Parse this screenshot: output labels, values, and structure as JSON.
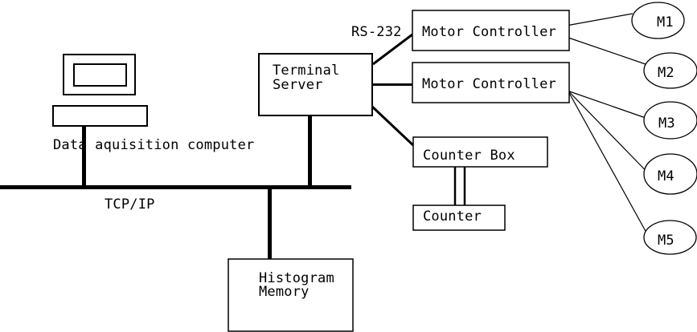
{
  "diagram": {
    "background_color": "#ffffff",
    "stroke_color": "#000000",
    "labels": {
      "computer": "Data aquisition computer",
      "bus": "TCP/IP",
      "serial": "RS-232"
    },
    "nodes": {
      "terminal_server": {
        "line1": "Terminal",
        "line2": "Server"
      },
      "motor_controller_1": {
        "label": "Motor Controller"
      },
      "motor_controller_2": {
        "label": "Motor Controller"
      },
      "counter_box": {
        "label": "Counter Box"
      },
      "counter": {
        "label": "Counter"
      },
      "histogram_memory": {
        "line1": "Histogram",
        "line2": "Memory"
      },
      "motors": [
        {
          "label": "M1"
        },
        {
          "label": "M2"
        },
        {
          "label": "M3"
        },
        {
          "label": "M4"
        },
        {
          "label": "M5"
        }
      ]
    }
  }
}
